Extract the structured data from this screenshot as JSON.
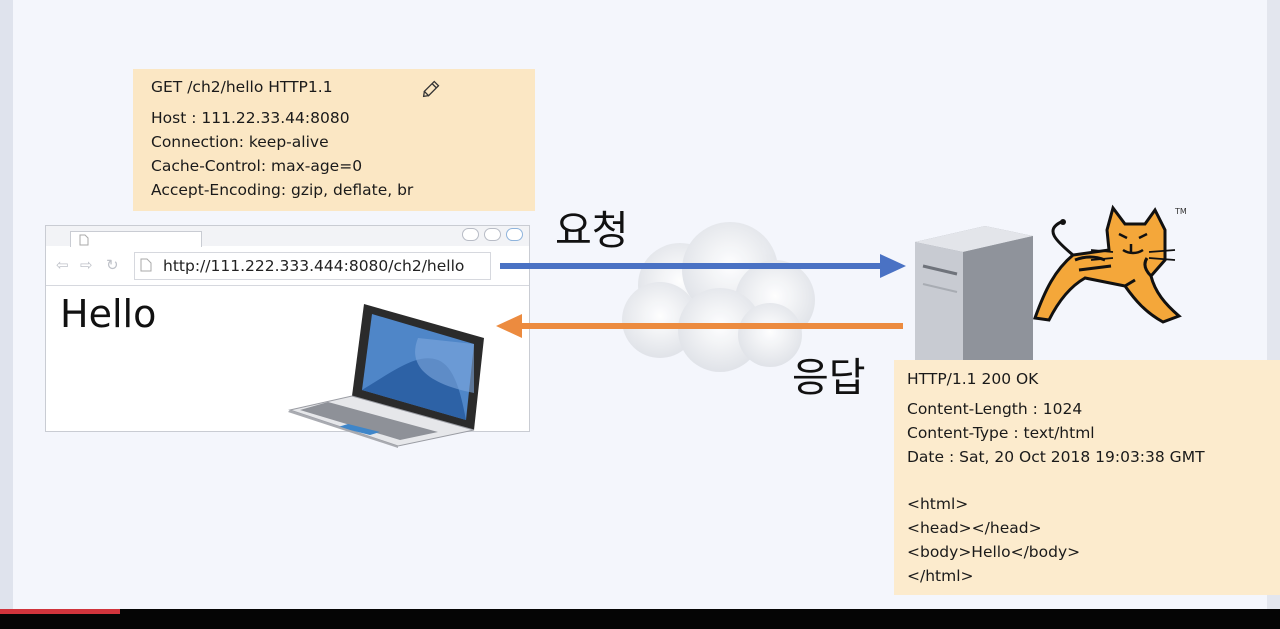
{
  "request_box": {
    "lines": [
      "GET /ch2/hello HTTP1.1",
      "Host : 111.22.33.44:8080",
      "Connection: keep-alive",
      "Cache-Control: max-age=0",
      "Accept-Encoding: gzip, deflate, br"
    ]
  },
  "browser": {
    "url": "http://111.222.333.444:8080/ch2/hello",
    "page_text": "Hello"
  },
  "labels": {
    "request": "요청",
    "response": "응답"
  },
  "response_box": {
    "lines": [
      "HTTP/1.1 200 OK",
      "Content-Length : 1024",
      "Content-Type : text/html",
      "Date : Sat, 20 Oct 2018 19:03:38 GMT",
      "<html>",
      "<head></head>",
      "<body>Hello</body>",
      "</html>"
    ]
  },
  "tomcat_mark": "TM",
  "icons": {
    "pencil": "pencil-icon",
    "cloud": "cloud-icon",
    "server": "server-icon",
    "tomcat": "tomcat-logo",
    "laptop": "laptop-icon"
  },
  "colors": {
    "request_arrow": "#4a72c4",
    "response_arrow": "#ec8b3f",
    "note_background": "#fbe7c4"
  }
}
